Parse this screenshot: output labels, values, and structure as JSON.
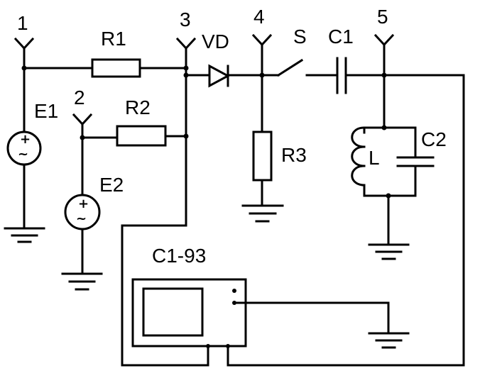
{
  "diagram": {
    "nodes": [
      "1",
      "2",
      "3",
      "4",
      "5"
    ],
    "components": {
      "r1": "R1",
      "r2": "R2",
      "r3": "R3",
      "vd": "VD",
      "s": "S",
      "c1": "C1",
      "c2": "C2",
      "l": "L",
      "e1": "E1",
      "e2": "E2",
      "scope": "C1-93"
    },
    "source_symbol_plus": "+",
    "source_symbol_ac": "~",
    "colors": {
      "line": "#000000",
      "background": "#ffffff"
    }
  }
}
